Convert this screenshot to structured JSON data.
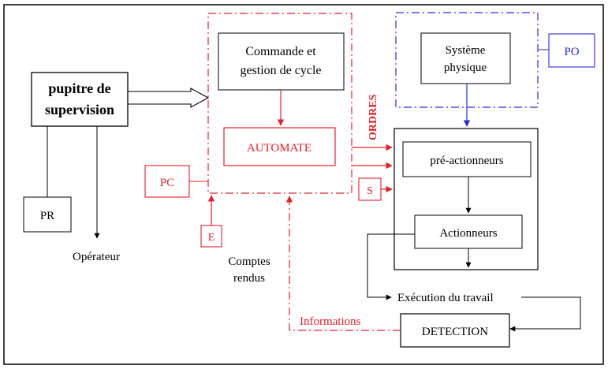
{
  "colors": {
    "black": "#000000",
    "red": "#e8202a",
    "blue": "#2a2ae0"
  },
  "boxes": {
    "supervision_line1": "pupitre de",
    "supervision_line2": "supervision",
    "pr": "PR",
    "commande_line1": "Commande et",
    "commande_line2": "gestion de cycle",
    "automate": "AUTOMATE",
    "pc": "PC",
    "e": "E",
    "s": "S",
    "systeme_line1": "Système",
    "systeme_line2": "physique",
    "po": "PO",
    "pre_actionneurs": "pré-actionneurs",
    "actionneurs": "Actionneurs",
    "detection": "DETECTION"
  },
  "labels": {
    "operateur": "Opérateur",
    "comptes_line1": "Comptes",
    "comptes_line2": "rendus",
    "ordres": "ORDRES",
    "execution": "Exécution du travail",
    "informations": "Informations"
  }
}
